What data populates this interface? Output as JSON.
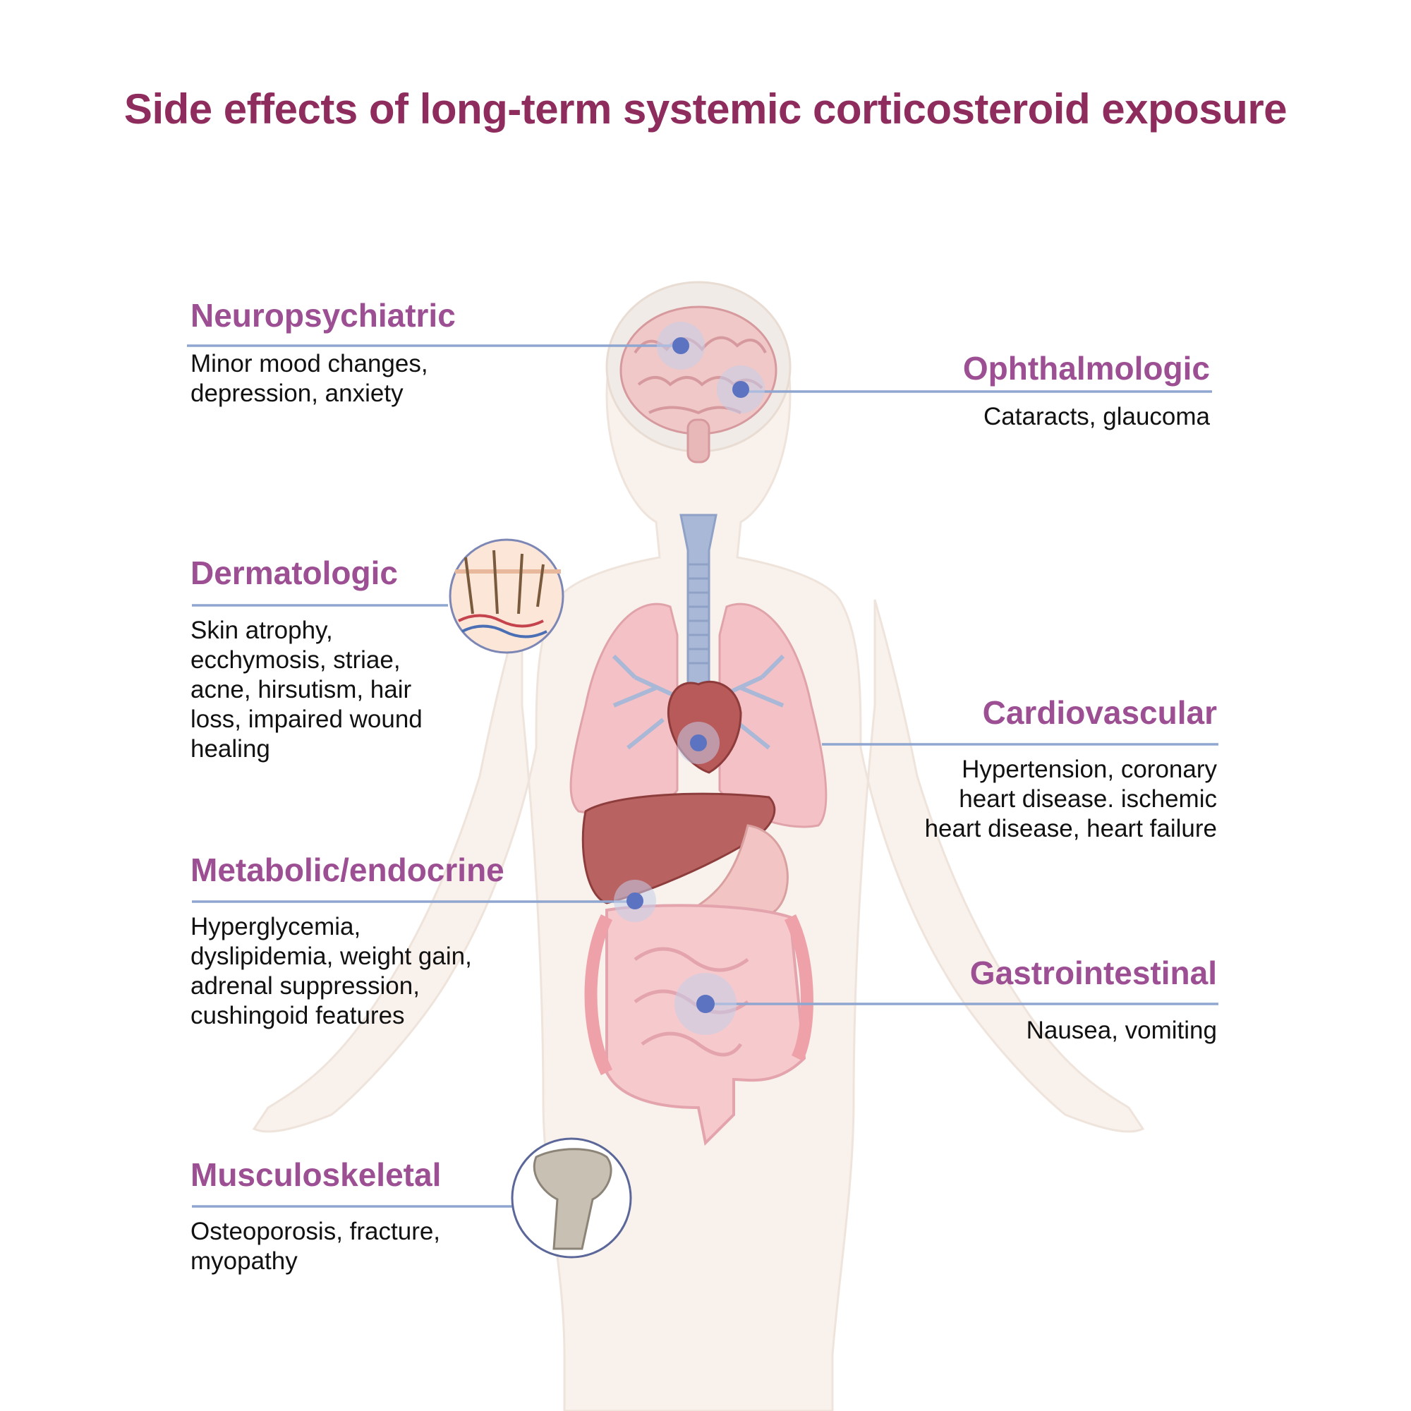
{
  "title": "Side effects of long-term systemic corticosteroid exposure",
  "colors": {
    "title": "#8e2c5e",
    "heading": "#9c4f93",
    "leader_line": "#8fa6d0",
    "marker": "#5b73c0",
    "body_silhouette": "#f7efe9"
  },
  "sections": {
    "neuro": {
      "heading": "Neuropsychiatric",
      "text": "Minor mood changes,\ndepression, anxiety"
    },
    "ophthal": {
      "heading": "Ophthalmologic",
      "text": "Cataracts, glaucoma"
    },
    "derm": {
      "heading": "Dermatologic",
      "text": "Skin atrophy,\necchymosis, striae,\nacne, hirsutism, hair\nloss, impaired wound\nhealing"
    },
    "cardio": {
      "heading": "Cardiovascular",
      "text": "Hypertension, coronary\nheart disease. ischemic\nheart disease, heart failure"
    },
    "metab": {
      "heading": "Metabolic/endocrine",
      "text": "Hyperglycemia,\ndyslipidemia, weight gain,\nadrenal suppression,\ncushingoid features"
    },
    "gi": {
      "heading": "Gastrointestinal",
      "text": "Nausea, vomiting"
    },
    "musc": {
      "heading": "Musculoskeletal",
      "text": "Osteoporosis, fracture,\nmyopathy"
    }
  }
}
